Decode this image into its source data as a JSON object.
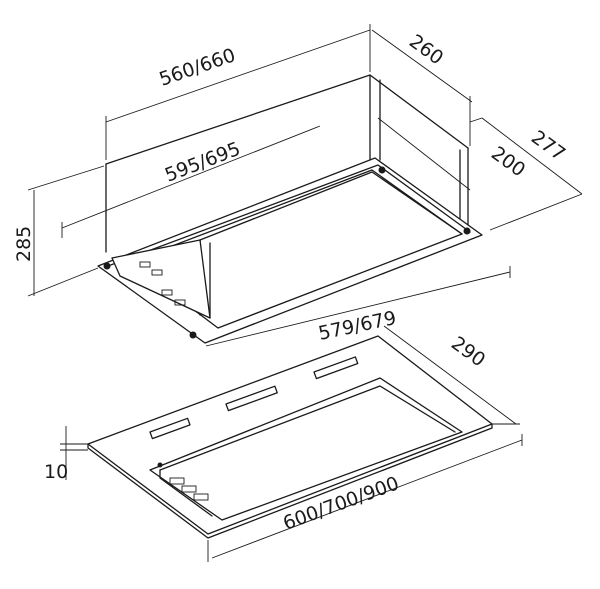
{
  "dimensions": {
    "width_top": "560/660",
    "depth_top": "260",
    "width_inner": "595/695",
    "depth_inner": "200",
    "depth_total": "277",
    "height": "285",
    "width_bottom": "579/679",
    "panel_depth": "290",
    "panel_thickness": "10",
    "panel_width": "600/700/900"
  },
  "colors": {
    "line": "#1a1a1a",
    "background": "#ffffff"
  }
}
